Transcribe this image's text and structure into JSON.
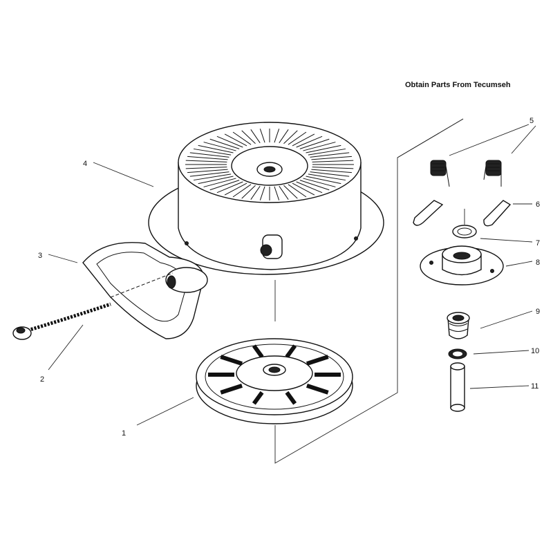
{
  "note": "Obtain Parts From Tecumseh",
  "callouts": [
    {
      "num": "1"
    },
    {
      "num": "2"
    },
    {
      "num": "3"
    },
    {
      "num": "4"
    },
    {
      "num": "5"
    },
    {
      "num": "6"
    },
    {
      "num": "7"
    },
    {
      "num": "8"
    },
    {
      "num": "9"
    },
    {
      "num": "10"
    },
    {
      "num": "11"
    }
  ]
}
